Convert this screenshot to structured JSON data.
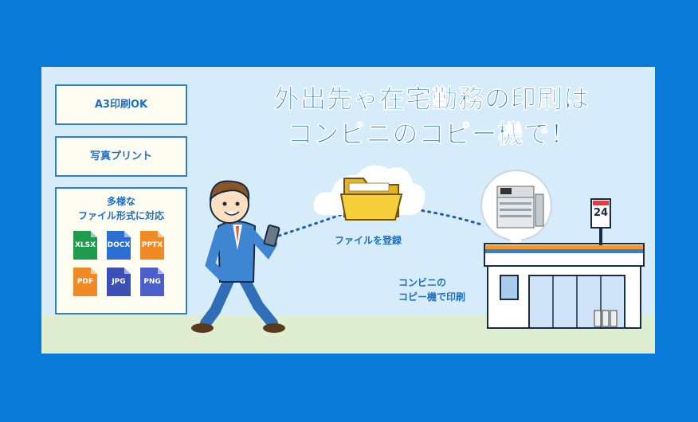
{
  "features": {
    "a3": "A3印刷OK",
    "photo": "写真プリント",
    "multi_line1": "多様な",
    "multi_line2": "ファイル形式に対応",
    "formats": [
      {
        "label": "XLSX",
        "color": "#1f9b4d"
      },
      {
        "label": "DOCX",
        "color": "#2c6fd2"
      },
      {
        "label": "PPTX",
        "color": "#f08a25"
      },
      {
        "label": "PDF",
        "color": "#f08a25"
      },
      {
        "label": "JPG",
        "color": "#3c4fb5"
      },
      {
        "label": "PNG",
        "color": "#4c5ec9"
      }
    ]
  },
  "headline": {
    "line1": "外出先ゃ在宅勤務の印刷は",
    "line2": "コンビニのコピー機で！"
  },
  "captions": {
    "upload": "ファイルを登録",
    "print_line1": "コンビニの",
    "print_line2": "コピー機で印刷"
  },
  "store_sign": "24",
  "colors": {
    "background": "#0a7ad8",
    "banner": "#d7ecfb",
    "accent_blue": "#1f6fc5"
  }
}
